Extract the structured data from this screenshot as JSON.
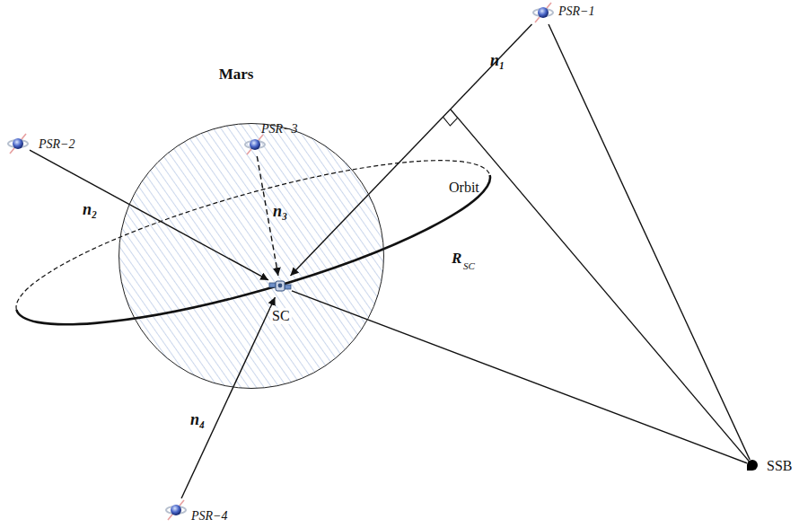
{
  "diagram": {
    "nodes": [
      {
        "text": [
          "Mars"
        ]
      },
      {
        "text": [
          "PSR−1"
        ]
      },
      {
        "text": [
          "PSR−2"
        ]
      },
      {
        "text": [
          "PSR−3"
        ],
        "in": 0
      },
      {
        "text": [
          "PSR−4"
        ]
      },
      {
        "text": [
          "SC"
        ],
        "in": 0
      },
      {
        "text": [
          "SSB"
        ]
      }
    ],
    "edges": [
      {
        "from": 1,
        "to": 5,
        "arrow": "to",
        "label": "n₁"
      },
      {
        "from": 2,
        "to": 5,
        "arrow": "to",
        "label": "n₂"
      },
      {
        "from": 3,
        "to": 5,
        "arrow": "to",
        "label": "n₃"
      },
      {
        "from": 4,
        "to": 5,
        "arrow": "to",
        "label": "n₄"
      },
      {
        "from": 1,
        "to": 6,
        "arrow": "none"
      },
      {
        "from": 6,
        "to": 5,
        "arrow": "none"
      }
    ],
    "labels": [
      "Orbit",
      "R",
      "SC"
    ]
  }
}
